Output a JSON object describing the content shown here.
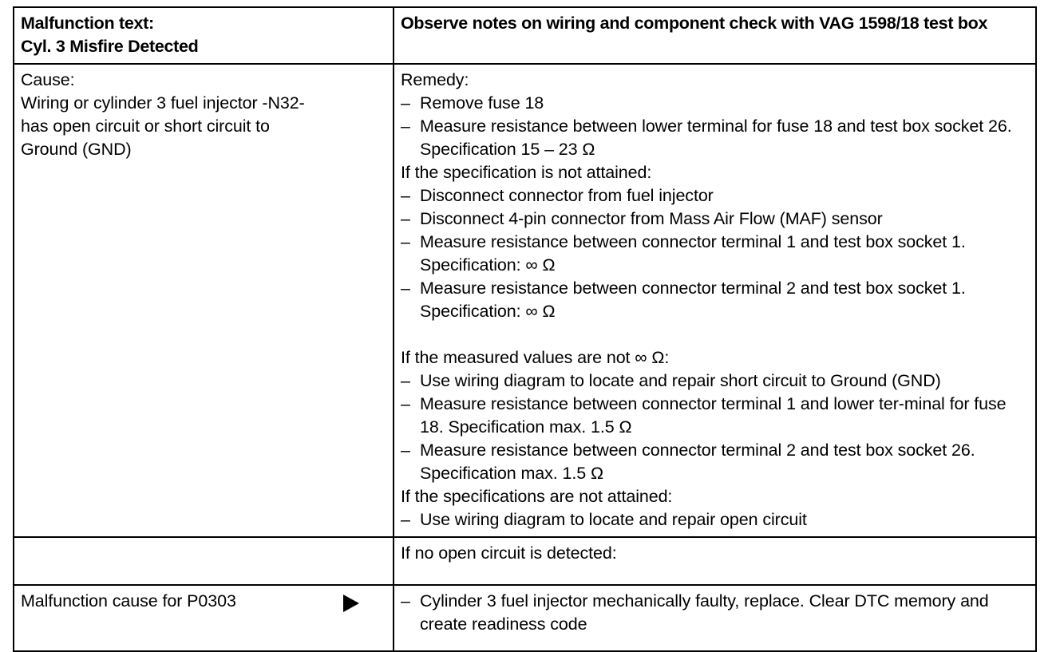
{
  "document": {
    "type": "diagnostic-trouble-code-table",
    "dtc": "P0303"
  },
  "header": {
    "left": {
      "title": "Malfunction text:",
      "value": "Cyl. 3 Misfire Detected"
    },
    "right": {
      "note": "Observe notes on wiring and component check with VAG 1598/18 test box"
    }
  },
  "body": {
    "left": {
      "title": "Cause:",
      "lines": [
        "Wiring or cylinder 3 fuel injector -N32-",
        "has open circuit or short circuit to",
        "Ground (GND)"
      ]
    },
    "right": {
      "title": "Remedy:",
      "items": [
        {
          "kind": "dash",
          "text": "Remove fuse 18"
        },
        {
          "kind": "dash",
          "text": "Measure resistance between lower terminal for fuse 18 and test box socket 26.  Specification 15 – 23 Ω"
        },
        {
          "kind": "plain",
          "text": "If the specification is not attained:"
        },
        {
          "kind": "dash",
          "text": "Disconnect connector from fuel injector"
        },
        {
          "kind": "dash",
          "text": "Disconnect 4-pin connector from Mass Air Flow (MAF) sensor"
        },
        {
          "kind": "dash",
          "text": "Measure resistance between connector terminal 1 and test box socket 1.  Specification: ∞ Ω"
        },
        {
          "kind": "dash",
          "text": "Measure resistance between connector terminal 2 and test box socket 1.  Specification: ∞ Ω"
        },
        {
          "kind": "spacer",
          "text": ""
        },
        {
          "kind": "plain",
          "text": "If the measured values are not ∞ Ω:"
        },
        {
          "kind": "dash",
          "text": "Use wiring diagram to locate and repair short circuit to Ground (GND)"
        },
        {
          "kind": "dash",
          "text": "Measure resistance between connector terminal 1 and lower ter-minal for fuse 18.  Specification max. 1.5 Ω"
        },
        {
          "kind": "dash",
          "text": "Measure resistance between connector terminal 2 and test box socket 26.  Specification max. 1.5 Ω"
        },
        {
          "kind": "plain",
          "text": "If the specifications are not attained:"
        },
        {
          "kind": "dash",
          "text": "Use wiring diagram to locate and repair open circuit"
        }
      ]
    }
  },
  "middle_row": {
    "left": "",
    "right": "If no open circuit is detected:"
  },
  "bottom_row": {
    "left": {
      "label": "Malfunction cause for P0303",
      "pointer_icon": "triangle-right-icon"
    },
    "right": {
      "item": {
        "kind": "dash",
        "text": "Cylinder 3 fuel injector mechanically faulty, replace.  Clear DTC memory and create readiness code"
      }
    }
  },
  "symbols": {
    "dash": "–",
    "infinity": "∞",
    "ohm": "Ω"
  }
}
